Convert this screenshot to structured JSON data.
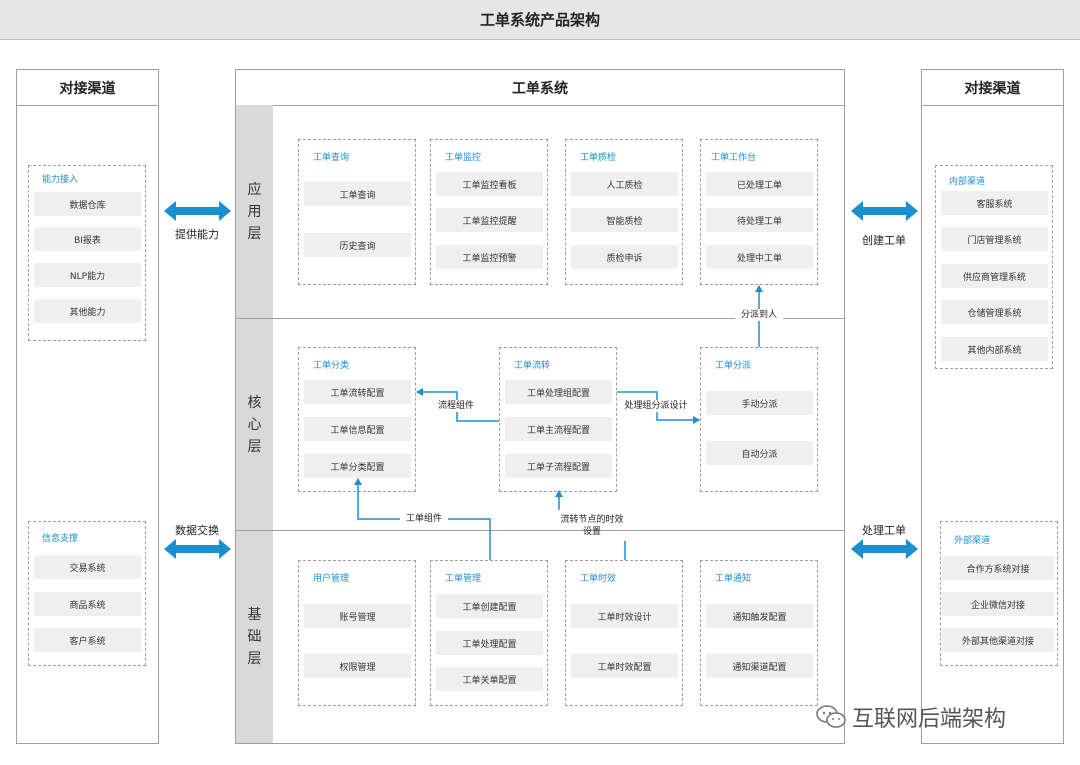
{
  "title": "工单系统产品架构",
  "left_panel": {
    "title": "对接渠道",
    "groups": [
      {
        "title": "能力接入",
        "items": [
          "数据仓库",
          "BI报表",
          "NLP能力",
          "其他能力"
        ]
      },
      {
        "title": "信息支撑",
        "items": [
          "交易系统",
          "商品系统",
          "客户系统"
        ]
      }
    ]
  },
  "right_panel": {
    "title": "对接渠道",
    "groups": [
      {
        "title": "内部渠道",
        "items": [
          "客服系统",
          "门店管理系统",
          "供应商管理系统",
          "仓储管理系统",
          "其他内部系统"
        ]
      },
      {
        "title": "外部渠道",
        "items": [
          "合作方系统对接",
          "企业微信对接",
          "外部其他渠道对接"
        ]
      }
    ]
  },
  "main": {
    "title": "工单系统",
    "layers": [
      {
        "label": [
          "应",
          "用",
          "层"
        ]
      },
      {
        "label": [
          "核",
          "心",
          "层"
        ]
      },
      {
        "label": [
          "基",
          "础",
          "层"
        ]
      }
    ],
    "app_groups": [
      {
        "title": "工单查询",
        "items": [
          "工单查询",
          "历史查询"
        ]
      },
      {
        "title": "工单监控",
        "items": [
          "工单监控看板",
          "工单监控提醒",
          "工单监控预警"
        ]
      },
      {
        "title": "工单质检",
        "items": [
          "人工质检",
          "智能质检",
          "质检申诉"
        ]
      },
      {
        "title": "工单工作台",
        "items": [
          "已处理工单",
          "待处理工单",
          "处理中工单"
        ]
      }
    ],
    "core_groups": [
      {
        "title": "工单分类",
        "items": [
          "工单流转配置",
          "工单信息配置",
          "工单分类配置"
        ]
      },
      {
        "title": "工单流转",
        "items": [
          "工单处理组配置",
          "工单主流程配置",
          "工单子流程配置"
        ]
      },
      {
        "title": "工单分派",
        "items": [
          "手动分派",
          "自动分派"
        ]
      }
    ],
    "base_groups": [
      {
        "title": "用户管理",
        "items": [
          "账号管理",
          "权限管理"
        ]
      },
      {
        "title": "工单管理",
        "items": [
          "工单创建配置",
          "工单处理配置",
          "工单关单配置"
        ]
      },
      {
        "title": "工单时效",
        "items": [
          "工单时效设计",
          "工单时效配置"
        ]
      },
      {
        "title": "工单通知",
        "items": [
          "通知触发配置",
          "通知渠道配置"
        ]
      }
    ]
  },
  "flow_labels": {
    "dispatch_to_person": "分派到人",
    "process_component": "流程组件",
    "group_dispatch_design": "处理组分派设计",
    "ticket_component": "工单组件",
    "node_timing_line1": "流转节点的时效",
    "node_timing_line2": "设置"
  },
  "side_arrows": {
    "provide_capability": "提供能力",
    "data_exchange": "数据交换",
    "create_ticket": "创建工单",
    "process_ticket": "处理工单"
  },
  "watermark": "互联网后端架构",
  "colors": {
    "accent": "#1a8fd0",
    "arrow": "#1a8fd0",
    "layer_bg": "#d9d9d9",
    "item_bg": "#efefef"
  }
}
